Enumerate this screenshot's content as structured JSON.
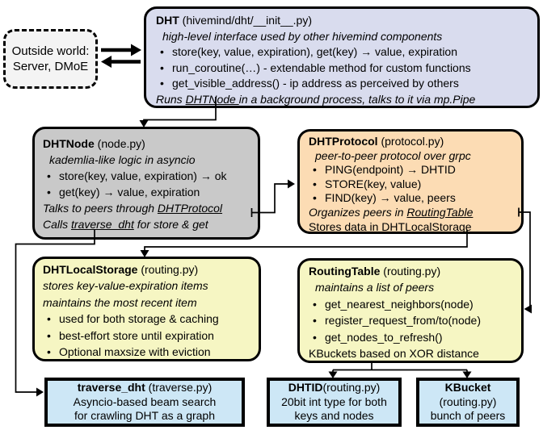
{
  "ui": {
    "bullet": "•"
  },
  "colors": {
    "dht_fill": "#d9dcee",
    "node_fill": "#c9c9c9",
    "protocol_fill": "#fcdcb4",
    "storage_fill": "#f6f6c3",
    "routing_fill": "#f6f6c3",
    "bottom_fill": "#cde7f6",
    "outside_fill": "#f4f4f4",
    "line": "#000000"
  },
  "outside": {
    "line1": "Outside world:",
    "line2": "Server, DMoE"
  },
  "dht": {
    "title": "DHT",
    "suffix": " (hivemind/dht/__init__.py)",
    "tagline": "high-level interface used by other hivemind components",
    "bullets": [
      "store(key, value, expiration), get(key) → value, expiration",
      "run_coroutine(…) - extendable method for custom functions",
      "get_visible_address() - ip address as perceived by others"
    ],
    "footer_pre": "Runs ",
    "footer_link": "DHTNode ",
    "footer_post": "in a background process, talks to it via mp.Pipe"
  },
  "dhtnode": {
    "title": "DHTNode",
    "suffix": " (node.py)",
    "tagline": "kademlia-like logic in asyncio",
    "bullets": [
      "store(key, value, expiration) → ok",
      "get(key) → value, expiration"
    ],
    "footer1_pre": "Talks to peers through ",
    "footer1_link": "DHTProtocol",
    "footer2_pre": "Calls ",
    "footer2_link": "traverse_dht",
    "footer2_post": " for store & get"
  },
  "dhtprotocol": {
    "title": "DHTProtocol",
    "suffix": " (protocol.py)",
    "tagline": "peer-to-peer protocol over grpc",
    "bullets": [
      "PING(endpoint) → DHTID",
      "STORE(key, value)",
      "FIND(key) → value, peers"
    ],
    "footer1_pre": "Organizes peers in ",
    "footer1_link": "RoutingTable",
    "footer2_pre": "Stores data in DHT",
    "footer2_link": "LocalStorage"
  },
  "localstorage": {
    "title": "DHTLocalStorage",
    "suffix": " (routing.py)",
    "tagline1": "stores key-value-expiration items",
    "tagline2": "maintains the most recent item",
    "bullets": [
      "used for both storage & caching",
      "best-effort store until expiration",
      "Optional maxsize with eviction"
    ]
  },
  "routingtable": {
    "title": "RoutingTable",
    "suffix": " (routing.py)",
    "tagline": "maintains a list of peers",
    "bullets": [
      "get_nearest_neighbors(node)",
      "register_request_from/to(node)",
      "get_nodes_to_refresh()"
    ],
    "footer": "KBuckets based on XOR distance"
  },
  "traverse": {
    "title": "traverse_dht",
    "suffix": " (traverse.py)",
    "line2": "Asyncio-based beam search",
    "line3": "for crawling DHT as a graph"
  },
  "dhtid": {
    "title": "DHTID",
    "suffix": "(routing.py)",
    "line2": "20bit int type for both",
    "line3": "keys and nodes"
  },
  "kbucket": {
    "title": "KBucket",
    "line2": "(routing.py)",
    "line3": "bunch of peers"
  }
}
